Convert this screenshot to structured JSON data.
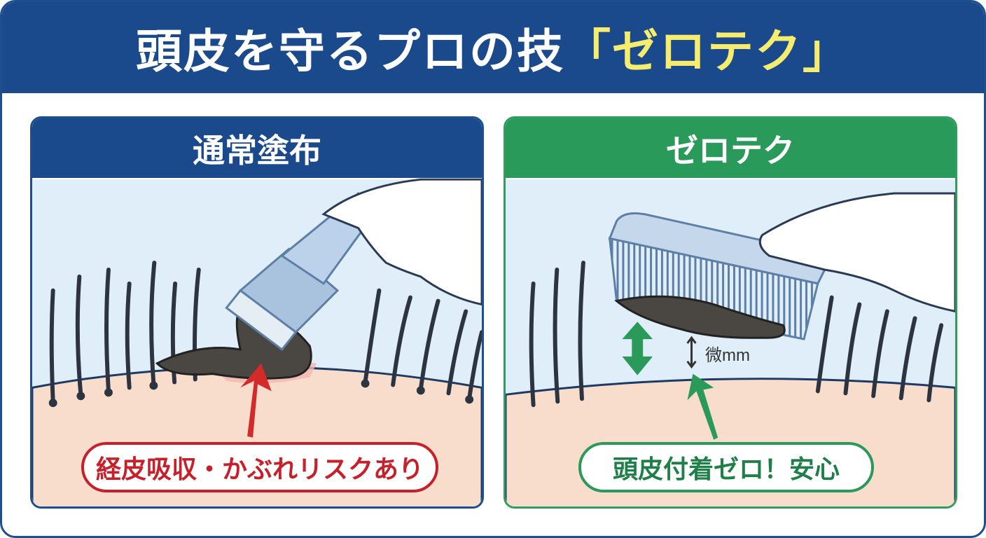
{
  "header": {
    "title_main": "頭皮を守るプロの技",
    "title_highlight": "「ゼロテク」"
  },
  "left_panel": {
    "title": "通常塗布",
    "label": "経皮吸収・かぶれリスクあり"
  },
  "right_panel": {
    "title": "ゼロテク",
    "label": "頭皮付着ゼロ！安心",
    "gap_label": "微mm"
  },
  "colors": {
    "blue": "#1b4a8c",
    "green": "#2a9a5a",
    "red": "#c8202a",
    "yellow": "#f6ec6e",
    "skin": "#f8ddcc",
    "sky": "#dfeef8"
  }
}
